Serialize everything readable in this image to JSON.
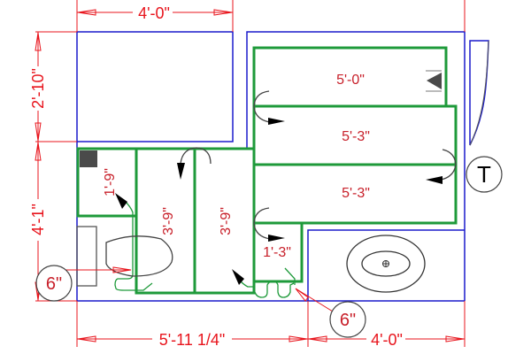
{
  "drawing": {
    "type": "floor plan - cabinet/storage layout",
    "colors": {
      "dimension": "#e8141c",
      "wall": "#1a1acc",
      "shelf": "#1e9a3a",
      "label": "#c8202a",
      "fixture": "#333333",
      "arrow": "#000000"
    }
  },
  "dimensions": {
    "top_width": "4'-0\"",
    "left_upper_height": "2'-10\"",
    "left_lower_height": "4'-1\"",
    "bottom_left_width": "5'-11 1/4\"",
    "bottom_right_width": "4'-0\""
  },
  "callouts": {
    "left_bubble": "6\"",
    "bottom_bubble": "6\"",
    "toilet_paper_symbol": "T"
  },
  "shelves": [
    {
      "label": "5'-0\"",
      "orientation": "horizontal"
    },
    {
      "label": "5'-3\"",
      "orientation": "horizontal"
    },
    {
      "label": "5'-3\"",
      "orientation": "horizontal"
    },
    {
      "label": "1'-9\"",
      "orientation": "vertical"
    },
    {
      "label": "3'-9\"",
      "orientation": "vertical"
    },
    {
      "label": "3'-9\"",
      "orientation": "vertical"
    },
    {
      "label": "1'-3\"",
      "orientation": "horizontal"
    }
  ]
}
